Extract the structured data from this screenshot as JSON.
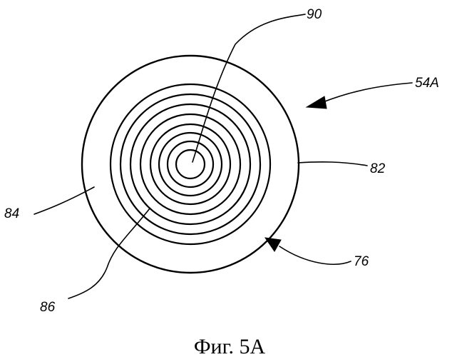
{
  "figure": {
    "caption": "Фиг. 5A",
    "ring_count": 9,
    "labels": {
      "center": "90",
      "assembly": "54A",
      "outer_ring": "82",
      "outer_band": "84",
      "inner_rings": "86",
      "bottom_edge": "76"
    }
  }
}
